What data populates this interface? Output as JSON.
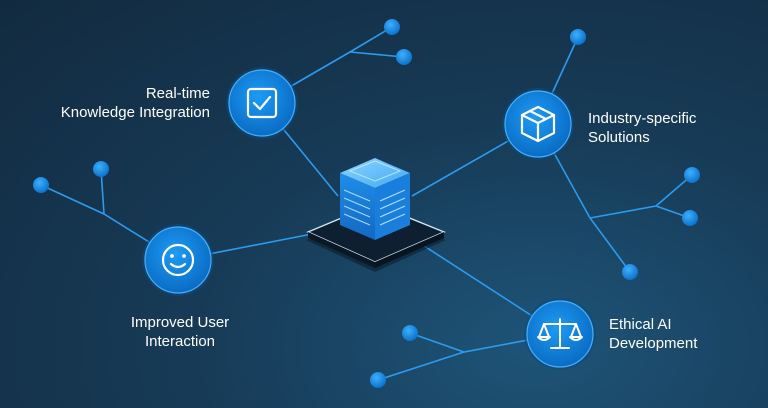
{
  "nodes": {
    "realtime": {
      "line1": "Real-time",
      "line2": "Knowledge Integration",
      "icon": "checkbox-icon"
    },
    "industry": {
      "line1": "Industry-specific",
      "line2": "Solutions",
      "icon": "package-box-icon"
    },
    "user": {
      "line1": "Improved User",
      "line2": "Interaction",
      "icon": "smiley-face-icon"
    },
    "ethical": {
      "line1": "Ethical AI",
      "line2": "Development",
      "icon": "balance-scale-icon"
    }
  },
  "center": {
    "icon": "server-stack-icon"
  },
  "colors": {
    "line": "#2a9bf0",
    "node_fill": "#0f86e0",
    "node_edge": "#45b0ff",
    "dot": "#1a8fe8",
    "background": "#163650"
  }
}
